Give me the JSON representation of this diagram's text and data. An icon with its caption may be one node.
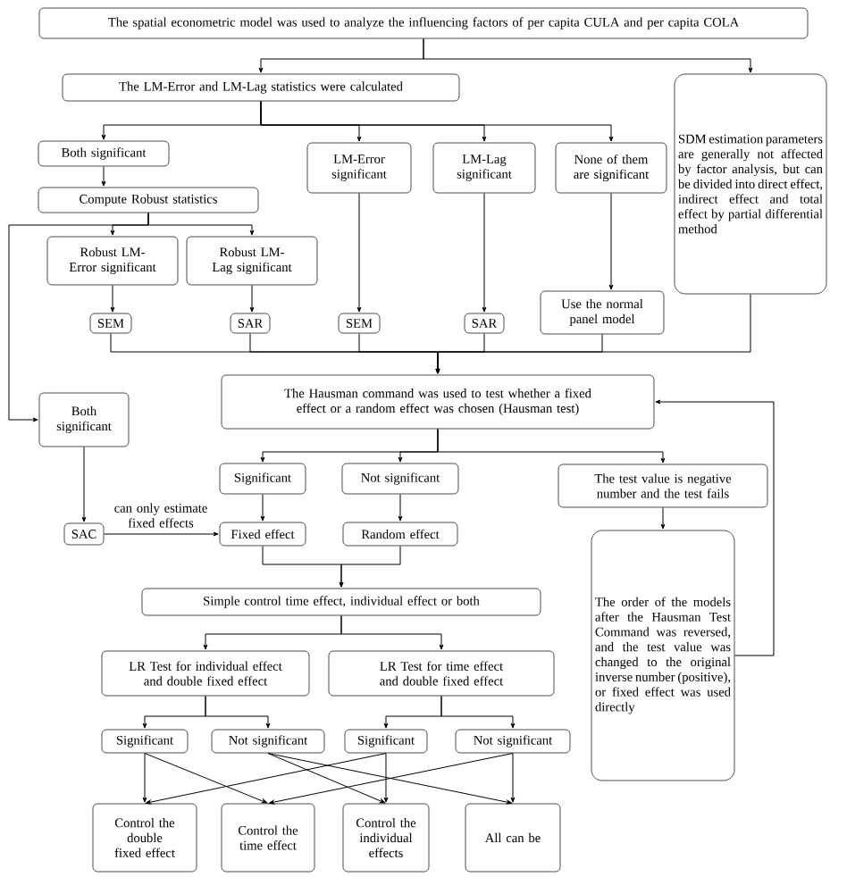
{
  "diagram": {
    "nodes": [
      {
        "text": [
          "The spatial econometric model was used to analyze the influencing factors of per capita CULA and per capita COLA"
        ]
      },
      {
        "text": [
          "The LM-Error and LM-Lag statistics were calculated"
        ]
      },
      {
        "text": [
          "SDM estimation parameters are generally not affected by factor analysis, but can be divided into direct effect, indirect effect and total effect by partial differential method"
        ]
      },
      {
        "text": [
          "Both significant"
        ]
      },
      {
        "text": [
          "LM-Error significant"
        ]
      },
      {
        "text": [
          "LM-Lag significant"
        ]
      },
      {
        "text": [
          "None of them are significant"
        ]
      },
      {
        "text": [
          "Compute Robust statistics"
        ]
      },
      {
        "text": [
          "Robust LM-Error significant"
        ]
      },
      {
        "text": [
          "Robust LM-Lag significant"
        ]
      },
      {
        "text": [
          "SEM"
        ]
      },
      {
        "text": [
          "SAR"
        ]
      },
      {
        "text": [
          "SEM"
        ]
      },
      {
        "text": [
          "SAR"
        ]
      },
      {
        "text": [
          "Use the normal panel model"
        ]
      },
      {
        "text": [
          "The Hausman command was used to test whether a fixed effect or a random effect was chosen (Hausman test)"
        ]
      },
      {
        "text": [
          "Both significant"
        ]
      },
      {
        "text": [
          "SAC"
        ]
      },
      {
        "text": [
          "Significant"
        ]
      },
      {
        "text": [
          "Not significant"
        ]
      },
      {
        "text": [
          "The test value is negative number and the test fails"
        ]
      },
      {
        "text": [
          "Fixed effect"
        ]
      },
      {
        "text": [
          "Random effect"
        ]
      },
      {
        "text": [
          "The order of the models after the Hausman Test Command was reversed, and the test value was changed to the original inverse number (positive), or fixed effect was used directly"
        ]
      },
      {
        "text": [
          "Simple control time effect, individual effect or both"
        ]
      },
      {
        "text": [
          "LR Test for individual effect and double fixed effect"
        ]
      },
      {
        "text": [
          "LR Test for time effect and double fixed effect"
        ]
      },
      {
        "text": [
          "Significant"
        ]
      },
      {
        "text": [
          "Not significant"
        ]
      },
      {
        "text": [
          "Significant"
        ]
      },
      {
        "text": [
          "Not significant"
        ]
      },
      {
        "text": [
          "Control the double fixed effect"
        ]
      },
      {
        "text": [
          "Control the time effect"
        ]
      },
      {
        "text": [
          "Control the individual effects"
        ]
      },
      {
        "text": [
          "All can be"
        ]
      }
    ],
    "edges": [
      {
        "from": 0,
        "to": 1,
        "arrow": "to"
      },
      {
        "from": 0,
        "to": 2,
        "arrow": "to"
      },
      {
        "from": 1,
        "to": 3,
        "arrow": "to"
      },
      {
        "from": 1,
        "to": 4,
        "arrow": "to"
      },
      {
        "from": 1,
        "to": 5,
        "arrow": "to"
      },
      {
        "from": 1,
        "to": 6,
        "arrow": "to"
      },
      {
        "from": 3,
        "to": 7,
        "arrow": "to"
      },
      {
        "from": 7,
        "to": 8,
        "arrow": "to"
      },
      {
        "from": 7,
        "to": 9,
        "arrow": "to"
      },
      {
        "from": 7,
        "to": 16,
        "arrow": "to"
      },
      {
        "from": 8,
        "to": 10,
        "arrow": "to"
      },
      {
        "from": 9,
        "to": 11,
        "arrow": "to"
      },
      {
        "from": 4,
        "to": 12,
        "arrow": "to"
      },
      {
        "from": 5,
        "to": 13,
        "arrow": "to"
      },
      {
        "from": 6,
        "to": 14,
        "arrow": "to"
      },
      {
        "from": 10,
        "to": 15,
        "arrow": "to"
      },
      {
        "from": 11,
        "to": 15,
        "arrow": "to"
      },
      {
        "from": 12,
        "to": 15,
        "arrow": "to"
      },
      {
        "from": 13,
        "to": 15,
        "arrow": "to"
      },
      {
        "from": 14,
        "to": 15,
        "arrow": "to"
      },
      {
        "from": 2,
        "to": 15,
        "arrow": "to"
      },
      {
        "from": 16,
        "to": 17,
        "arrow": "to"
      },
      {
        "from": 17,
        "to": 21,
        "arrow": "to",
        "label": "can only estimate fixed effects"
      },
      {
        "from": 15,
        "to": 18,
        "arrow": "to"
      },
      {
        "from": 15,
        "to": 19,
        "arrow": "to"
      },
      {
        "from": 15,
        "to": 20,
        "arrow": "to"
      },
      {
        "from": 18,
        "to": 21,
        "arrow": "to"
      },
      {
        "from": 19,
        "to": 22,
        "arrow": "to"
      },
      {
        "from": 20,
        "to": 23,
        "arrow": "to"
      },
      {
        "from": 23,
        "to": 15,
        "arrow": "to"
      },
      {
        "from": 21,
        "to": 24,
        "arrow": "to"
      },
      {
        "from": 22,
        "to": 24,
        "arrow": "to"
      },
      {
        "from": 24,
        "to": 25,
        "arrow": "to"
      },
      {
        "from": 24,
        "to": 26,
        "arrow": "to"
      },
      {
        "from": 25,
        "to": 27,
        "arrow": "to"
      },
      {
        "from": 25,
        "to": 28,
        "arrow": "to"
      },
      {
        "from": 26,
        "to": 29,
        "arrow": "to"
      },
      {
        "from": 26,
        "to": 30,
        "arrow": "to"
      },
      {
        "from": 27,
        "to": 31,
        "arrow": "to"
      },
      {
        "from": 27,
        "to": 32,
        "arrow": "to"
      },
      {
        "from": 28,
        "to": 33,
        "arrow": "to"
      },
      {
        "from": 28,
        "to": 34,
        "arrow": "to"
      },
      {
        "from": 29,
        "to": 31,
        "arrow": "to"
      },
      {
        "from": 29,
        "to": 33,
        "arrow": "to"
      },
      {
        "from": 30,
        "to": 32,
        "arrow": "to"
      },
      {
        "from": 30,
        "to": 34,
        "arrow": "to"
      }
    ]
  }
}
